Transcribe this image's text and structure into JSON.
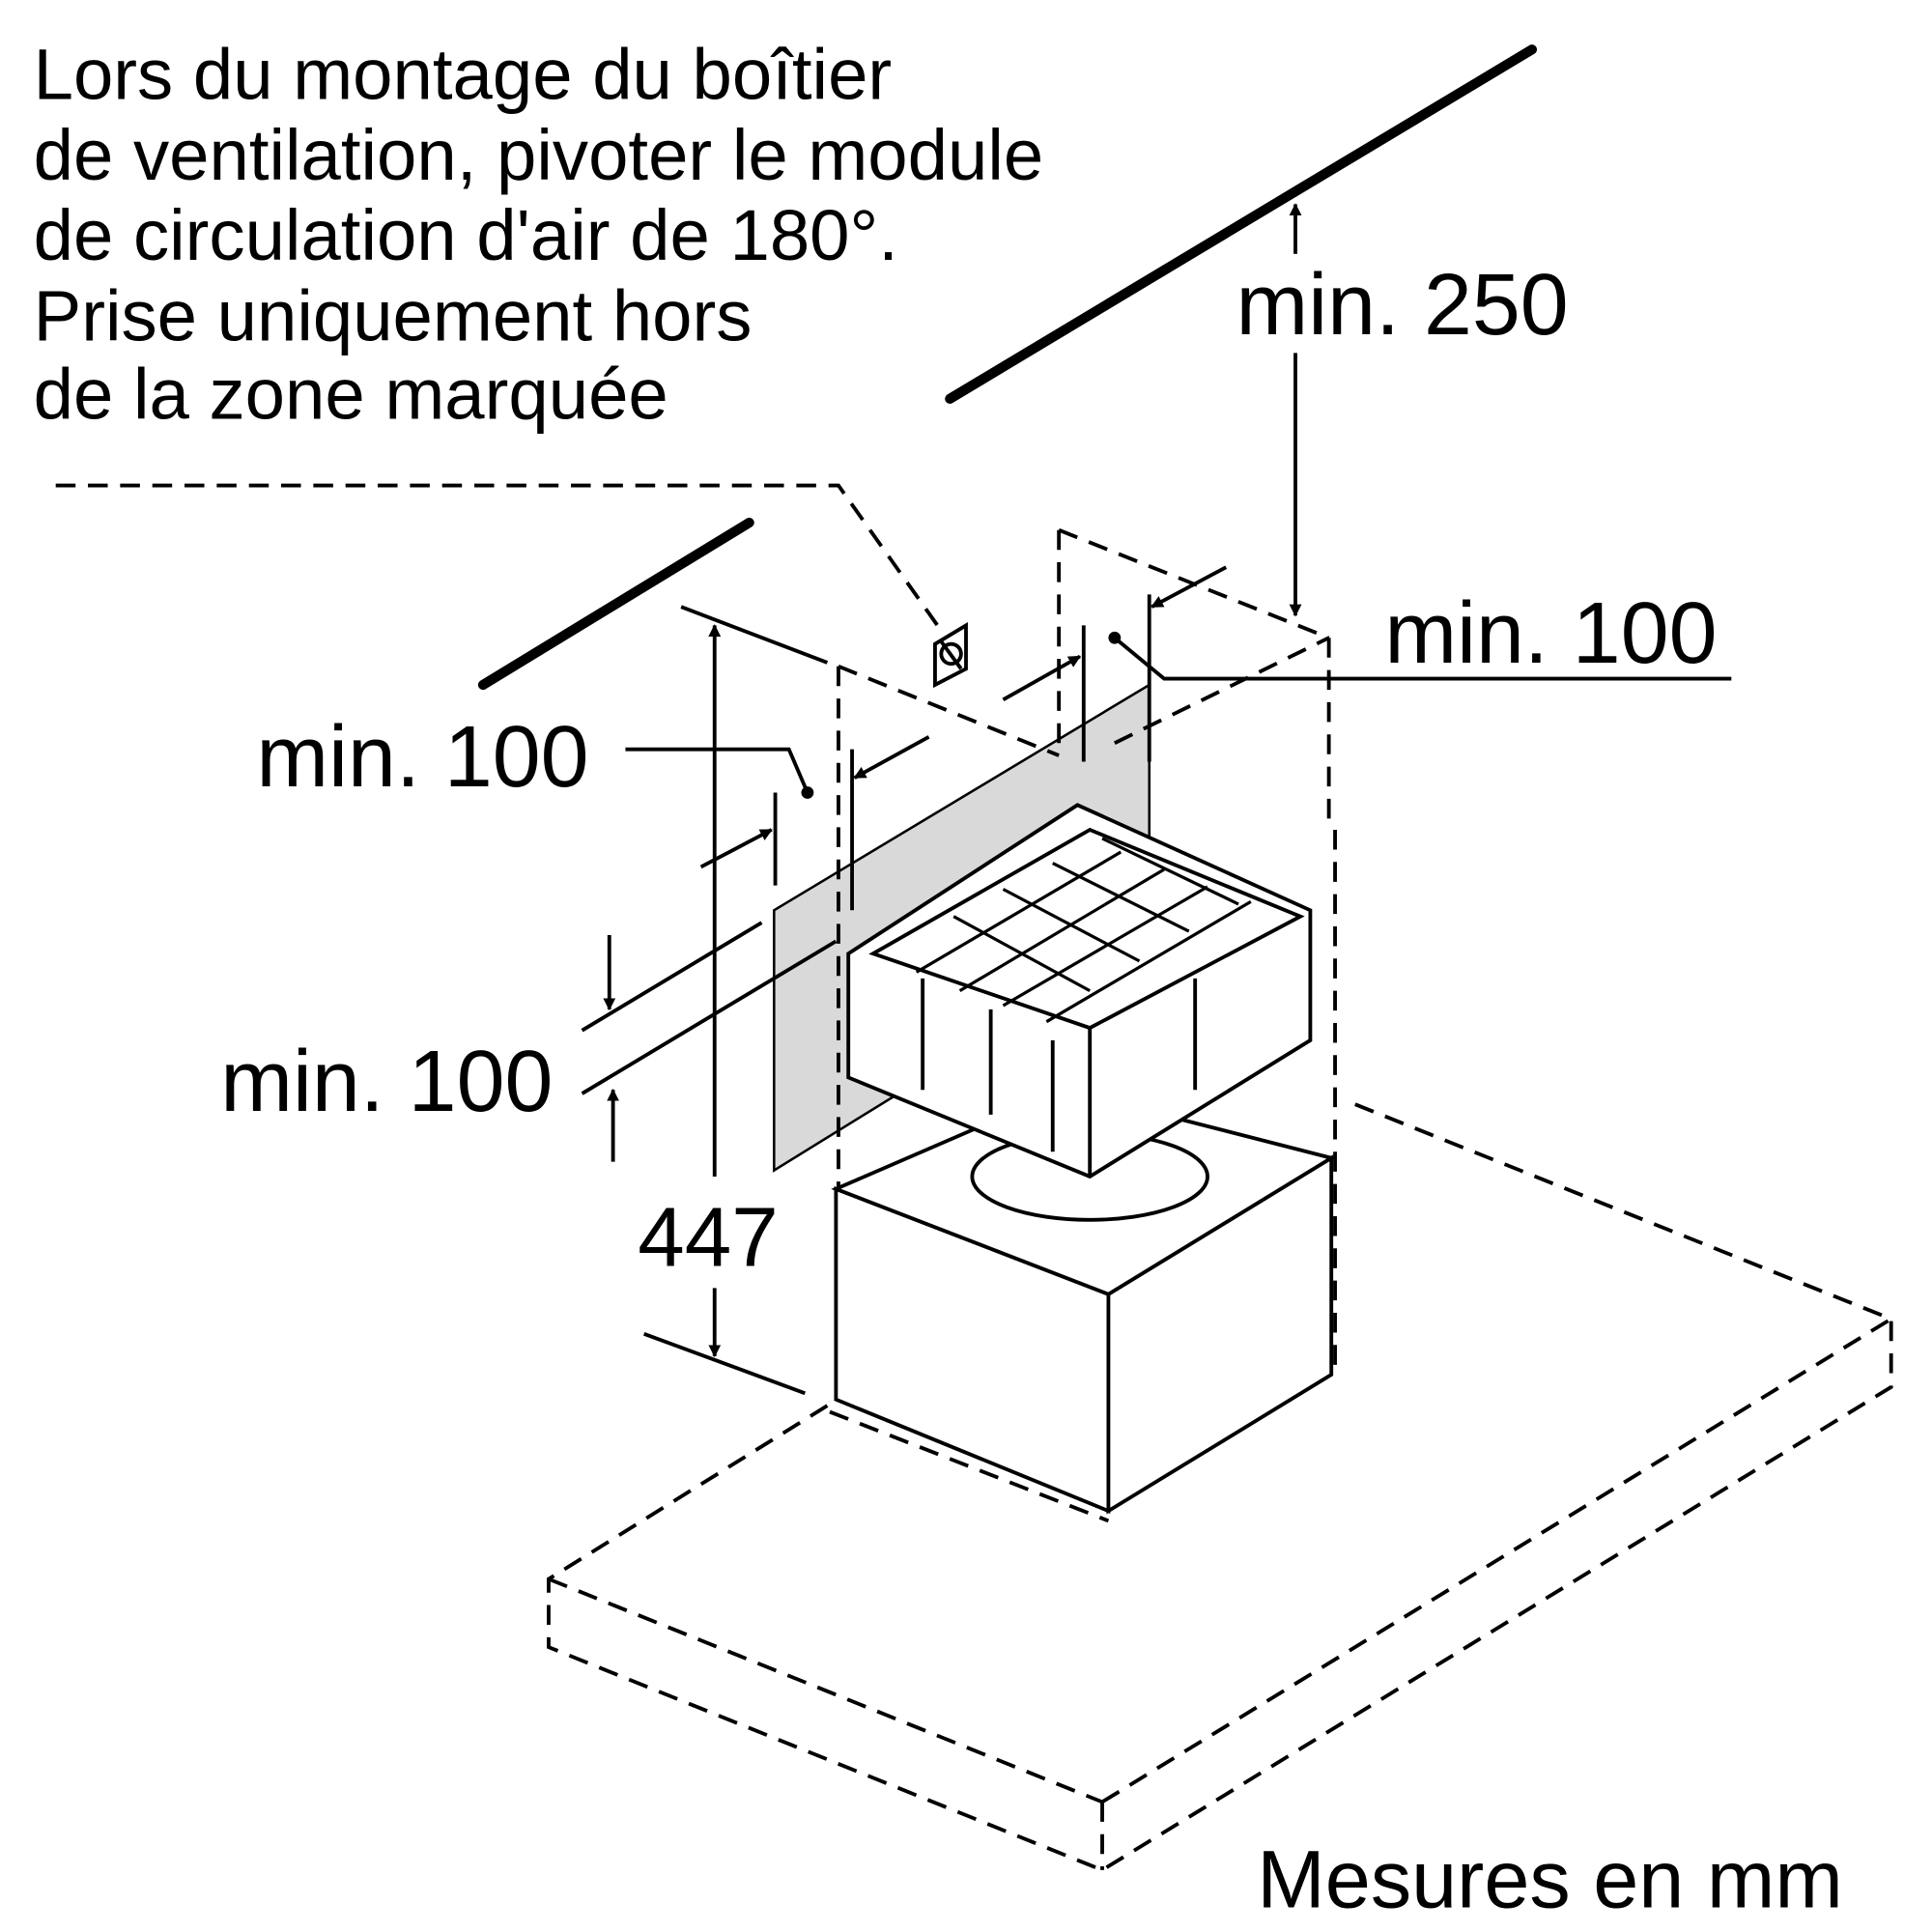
{
  "instruction_lines": [
    "Lors du montage du boîtier",
    "de ventilation, pivoter le module",
    "de circulation d'air de 180°.",
    "Prise uniquement hors",
    "de la zone marquée"
  ],
  "dimensions": {
    "ceiling_clearance": "min. 250",
    "right_side_clearance": "min. 100",
    "left_side_clearance": "min. 100",
    "vertical_clearance": "min. 100",
    "height": "447"
  },
  "units_note": "Mesures en mm",
  "colors": {
    "marked_zone": "#d9d9d9",
    "line": "#000000"
  }
}
